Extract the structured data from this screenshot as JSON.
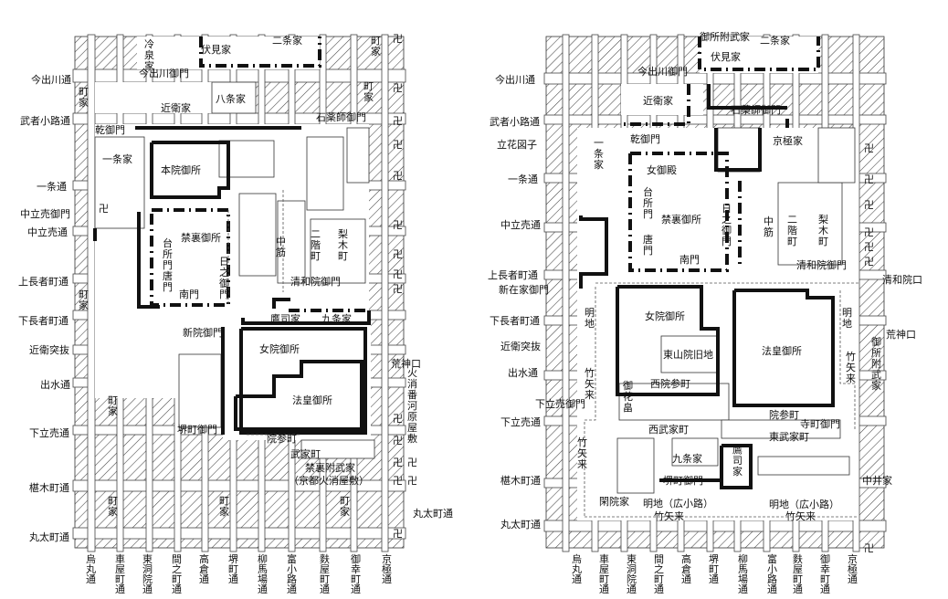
{
  "colors": {
    "ink": "#111111",
    "paper": "#ffffff",
    "hatch": "#444444"
  },
  "left_map": {
    "left_streets": [
      "今出川通",
      "武者小路通",
      "一条通",
      "中立売御門",
      "中立売通",
      "上長者町通",
      "下長者町通",
      "近衛突抜",
      "出水通",
      "下立売通",
      "椹木町通",
      "丸太町通"
    ],
    "right_streets": [
      "荒神口",
      "丸太町通"
    ],
    "bottom_streets": [
      "烏丸通",
      "車屋町通",
      "東洞院通",
      "間之町通",
      "高倉通",
      "堺町通",
      "柳馬場通",
      "富小路通",
      "麩屋町通",
      "御幸町通",
      "京極通"
    ],
    "estates": {
      "reizei": "冷泉家",
      "fushimi": "伏見家",
      "nijo": "二条家",
      "machi_top": "町家",
      "imadegawa_gate": "今出川御門",
      "konoe": "近衛家",
      "hachijo": "八条家",
      "machi_right": "町家",
      "machi_left": "町家",
      "ishiyakushi_gate": "石薬師御門",
      "inui_gate": "乾御門",
      "ichijo": "一条家",
      "honin": "本院御所",
      "kinri": "禁裏御所",
      "daidokoro_gate": "台所門",
      "kara_gate": "唐門",
      "minami_gate": "南門",
      "hinomikado": "日之御門",
      "nakasuji": "中筋",
      "nikaicho": "二階町",
      "nashinokicho": "梨木町",
      "seiwain_gate": "清和院御門",
      "takatsukasa": "鷹司家",
      "kujo": "九条家",
      "shinin_gate": "新院御門",
      "nyoin": "女院御所",
      "hoo": "法皇御所",
      "machi_mid": "町家",
      "sakaimachi_gate": "堺町御門",
      "insancho": "院参町",
      "bukecho": "武家町",
      "kinri_buke": "禁裏附武家",
      "kinri_buke_note": "（京都火消屋敷）",
      "hikeshi": "火消番河原屋敷",
      "machi_b1": "町家",
      "machi_b2": "町家",
      "machi_b3": "町家",
      "temple": "卍"
    }
  },
  "right_map": {
    "left_streets": [
      "今出川通",
      "武者小路通",
      "立花図子",
      "一条通",
      "中立売通",
      "上長者町通",
      "新在家御門",
      "下長者町通",
      "近衛突抜",
      "出水通",
      "下立売御門",
      "下立売通",
      "椹木町通",
      "丸太町通"
    ],
    "right_streets": [
      "清和院口",
      "荒神口",
      "中井家"
    ],
    "bottom_streets": [
      "烏丸通",
      "車屋町通",
      "東洞院通",
      "間之町通",
      "高倉通",
      "堺町通",
      "柳馬場通",
      "富小路通",
      "麩屋町通",
      "御幸町通",
      "京極通"
    ],
    "estates": {
      "top_gate": "御所附武家",
      "nijo": "二条家",
      "fushimi": "伏見家",
      "imadegawa_gate": "今出川御門",
      "konoe": "近衛家",
      "ishiyakushi_gate": "石薬師御門",
      "kyogoku": "京極家",
      "inui_gate": "乾御門",
      "ichijo": "一条家",
      "nyogo": "女御殿",
      "kinri": "禁裏御所",
      "daidokoro_gate": "台所門",
      "kara_gate": "唐門",
      "minami_gate": "南門",
      "hinomikado": "日之御門",
      "nakasuji": "中筋",
      "nikaicho": "二階町",
      "nashinokicho": "梨木町",
      "seiwain_gate": "清和院御門",
      "nyoin": "女院御所",
      "higashiyama": "東山院旧地",
      "hoo": "法皇御所",
      "akichi_left": "明地",
      "akichi_right": "明地",
      "takeyarai_left": "竹矢来",
      "takeyarai_right": "竹矢来",
      "gokadan": "御花畠",
      "saiin_sancho": "西院参町",
      "nishi_bukecho": "西武家町",
      "insancho": "院参町",
      "teramachi_gate": "寺町御門",
      "higashi_bukecho": "東武家町",
      "gosho_buke": "御所附武家",
      "kujo": "九条家",
      "takatsukasa": "鷹司家",
      "sakaimachi_gate": "堺町御門",
      "kanin": "閑院家",
      "akichi_hiro_l": "明地（広小路）",
      "akichi_hiro_r": "明地（広小路）",
      "takeyarai_bl": "竹矢来",
      "takeyarai_bc": "竹矢来",
      "takeyarai_b2": "竹矢来",
      "temple": "卍"
    }
  }
}
